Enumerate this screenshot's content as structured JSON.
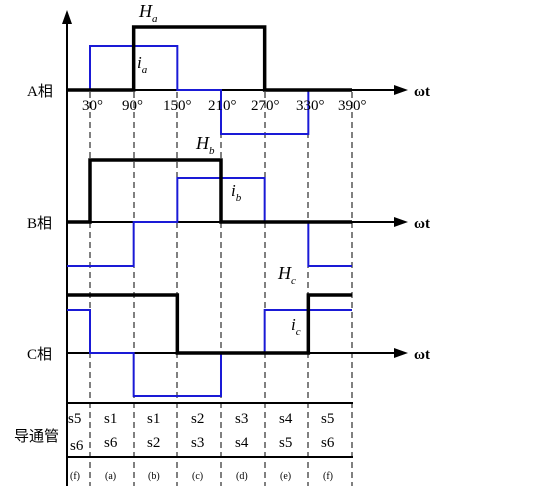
{
  "axis_variable": "ωt",
  "phases": [
    {
      "label": "A相",
      "H_main": "H",
      "H_sub": "a",
      "i_main": "i",
      "i_sub": "a"
    },
    {
      "label": "B相",
      "H_main": "H",
      "H_sub": "b",
      "i_main": "i",
      "i_sub": "b"
    },
    {
      "label": "C相",
      "H_main": "H",
      "H_sub": "c",
      "i_main": "i",
      "i_sub": "c"
    }
  ],
  "angle_ticks": [
    "30°",
    "90°",
    "150°",
    "210°",
    "270°",
    "330°",
    "390°"
  ],
  "table": {
    "row_label": "导通管",
    "upper": [
      "s5",
      "s1",
      "s1",
      "s2",
      "s3",
      "s4",
      "s5"
    ],
    "lower": [
      "s6",
      "s6",
      "s2",
      "s3",
      "s4",
      "s5",
      "s6"
    ],
    "intervals": [
      "(f)",
      "(a)",
      "(b)",
      "(c)",
      "(d)",
      "(e)",
      "(f)"
    ]
  },
  "colors": {
    "hall_signal": "#000000",
    "current": "#1a1ad6",
    "axis": "#000000"
  },
  "chart_data": {
    "type": "line",
    "x": [
      0,
      30,
      90,
      150,
      210,
      270,
      330,
      390
    ],
    "xlabel": "ωt",
    "series": [
      {
        "name": "Ha",
        "segments": [
          [
            0,
            30,
            0
          ],
          [
            30,
            90,
            0
          ],
          [
            90,
            150,
            1
          ],
          [
            150,
            210,
            1
          ],
          [
            210,
            270,
            1
          ],
          [
            270,
            330,
            0
          ],
          [
            330,
            390,
            0
          ]
        ]
      },
      {
        "name": "ia",
        "segments": [
          [
            0,
            30,
            0
          ],
          [
            30,
            90,
            1
          ],
          [
            90,
            150,
            1
          ],
          [
            150,
            210,
            0
          ],
          [
            210,
            270,
            -1
          ],
          [
            270,
            330,
            -1
          ],
          [
            330,
            390,
            0
          ]
        ]
      },
      {
        "name": "Hb",
        "segments": [
          [
            0,
            30,
            0
          ],
          [
            30,
            90,
            1
          ],
          [
            90,
            150,
            1
          ],
          [
            150,
            210,
            1
          ],
          [
            210,
            270,
            0
          ],
          [
            270,
            330,
            0
          ],
          [
            330,
            390,
            0
          ]
        ]
      },
      {
        "name": "ib",
        "segments": [
          [
            0,
            30,
            -1
          ],
          [
            30,
            90,
            -1
          ],
          [
            90,
            150,
            0
          ],
          [
            150,
            210,
            1
          ],
          [
            210,
            270,
            1
          ],
          [
            270,
            330,
            0
          ],
          [
            330,
            390,
            -1
          ]
        ]
      },
      {
        "name": "Hc",
        "segments": [
          [
            0,
            30,
            1
          ],
          [
            30,
            90,
            1
          ],
          [
            90,
            150,
            1
          ],
          [
            150,
            210,
            0
          ],
          [
            210,
            270,
            0
          ],
          [
            270,
            330,
            0
          ],
          [
            330,
            390,
            1
          ]
        ]
      },
      {
        "name": "ic",
        "segments": [
          [
            0,
            30,
            1
          ],
          [
            30,
            90,
            0
          ],
          [
            90,
            150,
            -1
          ],
          [
            150,
            210,
            -1
          ],
          [
            210,
            270,
            0
          ],
          [
            270,
            330,
            1
          ],
          [
            330,
            390,
            1
          ]
        ]
      }
    ]
  }
}
